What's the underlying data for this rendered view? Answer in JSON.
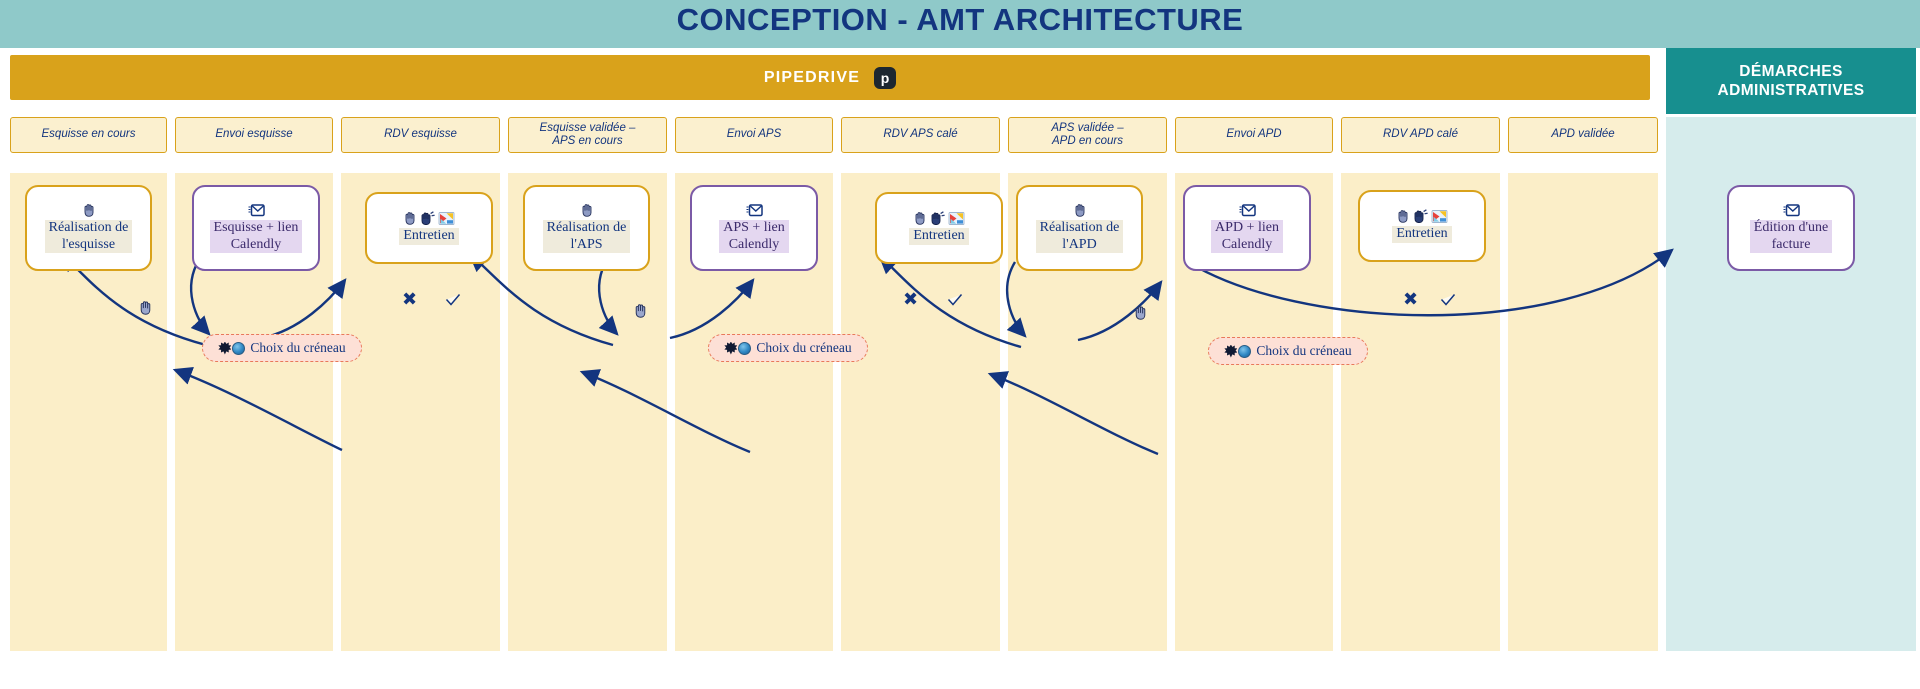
{
  "page_title": "CONCEPTION - AMT ARCHITECTURE",
  "colors": {
    "title_band": "#8fc9c9",
    "title_text": "#13357f",
    "pipedrive_bar": "#d9a21b",
    "demarches_bar": "#178f8f",
    "lane_fill": "#fbeec8",
    "demarches_lane": "#d6ecec",
    "card_gold_border": "#d9a21b",
    "card_purple_border": "#7b5aa6",
    "pill_fill": "#fde0d6",
    "pill_border": "#e8795a",
    "edge_stroke": "#13357f"
  },
  "pipedrive": {
    "label": "PIPEDRIVE",
    "logo_icon": "pipedrive-logo-icon",
    "logo_glyph": "p"
  },
  "demarches": {
    "label_line1": "DÉMARCHES",
    "label_line2": "ADMINISTRATIVES"
  },
  "stages": [
    {
      "label": "Esquisse en cours"
    },
    {
      "label": "Envoi esquisse"
    },
    {
      "label": "RDV esquisse"
    },
    {
      "label": "Esquisse validée –\nAPS en cours"
    },
    {
      "label": "Envoi APS"
    },
    {
      "label": "RDV APS calé"
    },
    {
      "label": "APS validée –\nAPD en cours"
    },
    {
      "label": "Envoi APD"
    },
    {
      "label": "RDV APD calé"
    },
    {
      "label": "APD validée"
    }
  ],
  "cards": [
    {
      "id": "realisation-esquisse",
      "label": "Réalisation de\nl'esquisse",
      "style": "gold",
      "icons": [
        "hand-icon"
      ]
    },
    {
      "id": "esquisse-lien-calendly",
      "label": "Esquisse + lien\nCalendly",
      "style": "purple",
      "icons": [
        "email-icon"
      ]
    },
    {
      "id": "entretien-esquisse",
      "label": "Entretien",
      "style": "gold",
      "icons": [
        "hand-icon",
        "hands-icon",
        "presentation-icon"
      ]
    },
    {
      "id": "realisation-aps",
      "label": "Réalisation de\nl'APS",
      "style": "gold",
      "icons": [
        "hand-icon"
      ]
    },
    {
      "id": "aps-lien-calendly",
      "label": "APS + lien\nCalendly",
      "style": "purple",
      "icons": [
        "email-icon"
      ]
    },
    {
      "id": "entretien-aps",
      "label": "Entretien",
      "style": "gold",
      "icons": [
        "hand-icon",
        "hands-icon",
        "presentation-icon"
      ]
    },
    {
      "id": "realisation-apd",
      "label": "Réalisation de\nl'APD",
      "style": "gold",
      "icons": [
        "hand-icon"
      ]
    },
    {
      "id": "apd-lien-calendly",
      "label": "APD + lien\nCalendly",
      "style": "purple",
      "icons": [
        "email-icon"
      ]
    },
    {
      "id": "entretien-apd",
      "label": "Entretien",
      "style": "gold",
      "icons": [
        "hand-icon",
        "hands-icon",
        "presentation-icon"
      ]
    },
    {
      "id": "edition-facture",
      "label": "Édition d'une\nfacture",
      "style": "purple",
      "icons": [
        "email-icon"
      ]
    }
  ],
  "pills": [
    {
      "id": "choix-creneau-1",
      "label": "Choix du créneau",
      "icons": [
        "burst-icon",
        "blue-dot-icon"
      ]
    },
    {
      "id": "choix-creneau-2",
      "label": "Choix du créneau",
      "icons": [
        "burst-icon",
        "blue-dot-icon"
      ]
    },
    {
      "id": "choix-creneau-3",
      "label": "Choix du créneau",
      "icons": [
        "burst-icon",
        "blue-dot-icon"
      ]
    }
  ],
  "edge_markers": [
    {
      "id": "marker-hand-1",
      "icon": "hand-icon"
    },
    {
      "id": "marker-cross-1",
      "icon": "cross-icon"
    },
    {
      "id": "marker-check-1",
      "icon": "check-icon"
    },
    {
      "id": "marker-hand-2",
      "icon": "hand-icon"
    },
    {
      "id": "marker-cross-2",
      "icon": "cross-icon"
    },
    {
      "id": "marker-check-2",
      "icon": "check-icon"
    },
    {
      "id": "marker-hand-3",
      "icon": "hand-icon"
    },
    {
      "id": "marker-cross-3",
      "icon": "cross-icon"
    },
    {
      "id": "marker-check-3",
      "icon": "check-icon"
    }
  ]
}
